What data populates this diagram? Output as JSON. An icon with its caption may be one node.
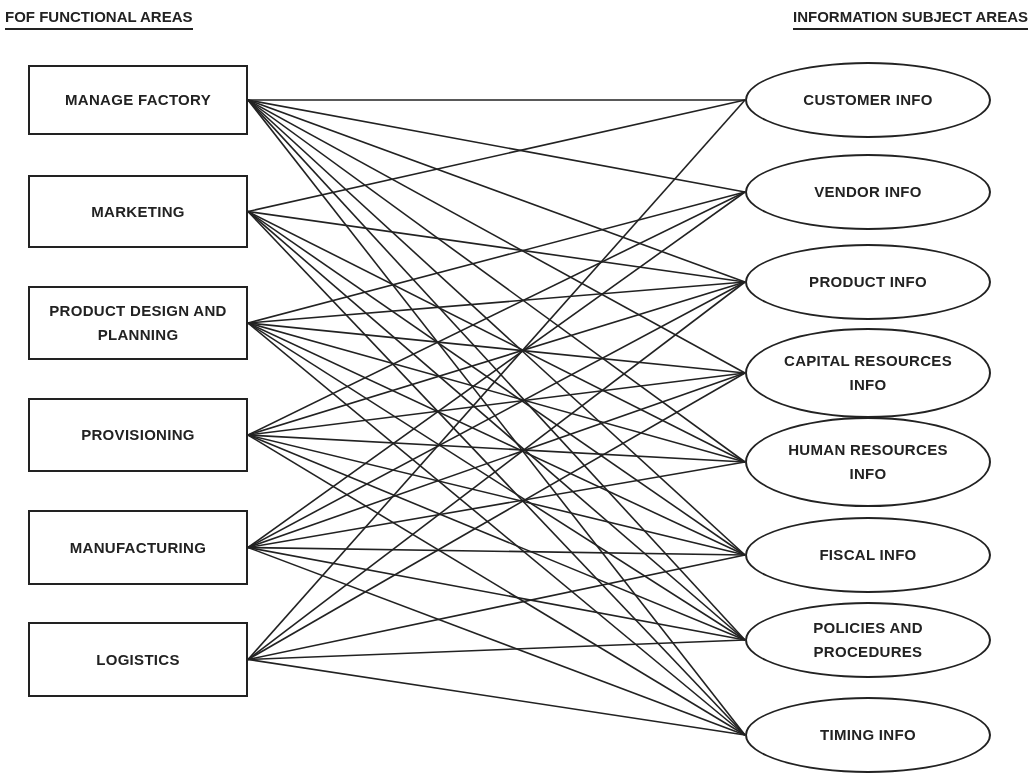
{
  "diagram": {
    "nodes": [
      {
        "text": [
          "MANAGE FACTORY"
        ]
      },
      {
        "text": [
          "MARKETING"
        ]
      },
      {
        "text": [
          "PRODUCT DESIGN AND PLANNING"
        ]
      },
      {
        "text": [
          "PROVISIONING"
        ]
      },
      {
        "text": [
          "MANUFACTURING"
        ]
      },
      {
        "text": [
          "LOGISTICS"
        ]
      },
      {
        "text": [
          "CUSTOMER INFO"
        ]
      },
      {
        "text": [
          "VENDOR INFO"
        ]
      },
      {
        "text": [
          "PRODUCT INFO"
        ]
      },
      {
        "text": [
          "CAPITAL RESOURCES INFO"
        ]
      },
      {
        "text": [
          "HUMAN RESOURCES INFO"
        ]
      },
      {
        "text": [
          "FISCAL INFO"
        ]
      },
      {
        "text": [
          "POLICIES AND PROCEDURES"
        ]
      },
      {
        "text": [
          "TIMING INFO"
        ]
      }
    ],
    "edges": [
      {
        "from": 0,
        "to": 6,
        "arrow": "none"
      },
      {
        "from": 0,
        "to": 7,
        "arrow": "none"
      },
      {
        "from": 0,
        "to": 8,
        "arrow": "none"
      },
      {
        "from": 0,
        "to": 9,
        "arrow": "none"
      },
      {
        "from": 0,
        "to": 10,
        "arrow": "none"
      },
      {
        "from": 0,
        "to": 11,
        "arrow": "none"
      },
      {
        "from": 0,
        "to": 12,
        "arrow": "none"
      },
      {
        "from": 0,
        "to": 13,
        "arrow": "none"
      },
      {
        "from": 1,
        "to": 6,
        "arrow": "none"
      },
      {
        "from": 1,
        "to": 8,
        "arrow": "none"
      },
      {
        "from": 1,
        "to": 10,
        "arrow": "none"
      },
      {
        "from": 1,
        "to": 11,
        "arrow": "none"
      },
      {
        "from": 1,
        "to": 12,
        "arrow": "none"
      },
      {
        "from": 1,
        "to": 13,
        "arrow": "none"
      },
      {
        "from": 2,
        "to": 7,
        "arrow": "none"
      },
      {
        "from": 2,
        "to": 8,
        "arrow": "none"
      },
      {
        "from": 2,
        "to": 9,
        "arrow": "none"
      },
      {
        "from": 2,
        "to": 10,
        "arrow": "none"
      },
      {
        "from": 2,
        "to": 11,
        "arrow": "none"
      },
      {
        "from": 2,
        "to": 12,
        "arrow": "none"
      },
      {
        "from": 2,
        "to": 13,
        "arrow": "none"
      },
      {
        "from": 3,
        "to": 7,
        "arrow": "none"
      },
      {
        "from": 3,
        "to": 8,
        "arrow": "none"
      },
      {
        "from": 3,
        "to": 9,
        "arrow": "none"
      },
      {
        "from": 3,
        "to": 10,
        "arrow": "none"
      },
      {
        "from": 3,
        "to": 11,
        "arrow": "none"
      },
      {
        "from": 3,
        "to": 12,
        "arrow": "none"
      },
      {
        "from": 3,
        "to": 13,
        "arrow": "none"
      },
      {
        "from": 4,
        "to": 7,
        "arrow": "none"
      },
      {
        "from": 4,
        "to": 8,
        "arrow": "none"
      },
      {
        "from": 4,
        "to": 9,
        "arrow": "none"
      },
      {
        "from": 4,
        "to": 10,
        "arrow": "none"
      },
      {
        "from": 4,
        "to": 11,
        "arrow": "none"
      },
      {
        "from": 4,
        "to": 12,
        "arrow": "none"
      },
      {
        "from": 4,
        "to": 13,
        "arrow": "none"
      },
      {
        "from": 5,
        "to": 6,
        "arrow": "none"
      },
      {
        "from": 5,
        "to": 8,
        "arrow": "none"
      },
      {
        "from": 5,
        "to": 9,
        "arrow": "none"
      },
      {
        "from": 5,
        "to": 11,
        "arrow": "none"
      },
      {
        "from": 5,
        "to": 12,
        "arrow": "none"
      },
      {
        "from": 5,
        "to": 13,
        "arrow": "none"
      }
    ],
    "labels": [
      "FOF FUNCTIONAL AREAS",
      "INFORMATION SUBJECT AREAS"
    ]
  }
}
